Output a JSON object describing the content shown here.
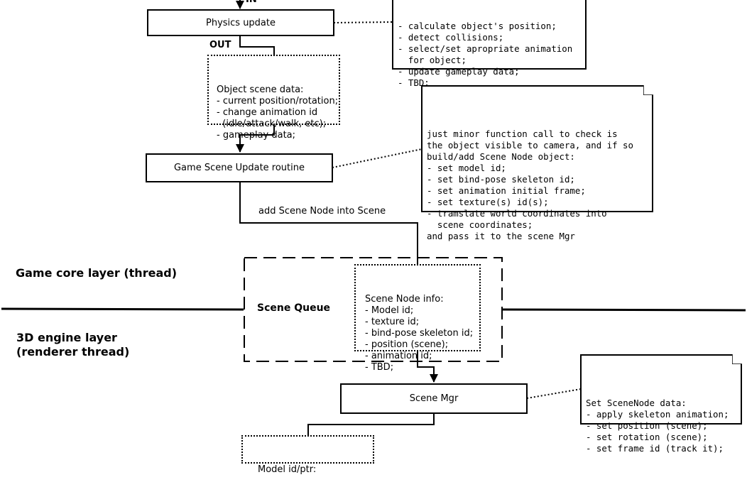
{
  "labels": {
    "in": "IN",
    "out": "OUT",
    "add_scene_node": "add Scene Node into Scene",
    "game_core_layer": "Game core layer (thread)",
    "engine_layer": "3D engine layer\n(renderer thread)",
    "scene_queue": "Scene Queue"
  },
  "boxes": {
    "physics_update": "Physics update",
    "game_scene_update": "Game Scene Update routine",
    "scene_mgr": "Scene Mgr"
  },
  "data_boxes": {
    "object_scene_data": "Object scene data:\n- current position/rotation;\n- change animation id\n  (idle/attack/walk, etc);\n- gameplay data;",
    "scene_node_info": "Scene Node info:\n- Model id;\n- texture id;\n- bind-pose skeleton id;\n- position (scene);\n- animation id;\n- TBD;",
    "model_id_ptr": "Model id/ptr:"
  },
  "notes": {
    "physics_note": "- calculate object's position;\n- detect collisions;\n- select/set apropriate animation\n  for object;\n- update gameplay data;\n- TBD;",
    "scene_update_note": "just minor function call to check is\nthe object visible to camera, and if so\nbuild/add Scene Node object:\n- set model id;\n- set bind-pose skeleton id;\n- set animation initial frame;\n- set texture(s) id(s);\n- tramslate world coordinates into\n  scene coordinates;\nand pass it to the scene Mgr",
    "scene_mgr_note": "Set SceneNode data:\n- apply skeleton animation;\n- set position (scene);\n- set rotation (scene);\n- set frame id (track it);"
  }
}
